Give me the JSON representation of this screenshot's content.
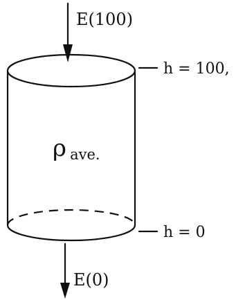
{
  "diagram": {
    "top_flux_label": "E(100)",
    "bottom_flux_label": "E(0)",
    "top_height_label": "h = 100,",
    "bottom_height_label": "h = 0",
    "density_label_main": "ρ",
    "density_label_sub": "ave."
  }
}
